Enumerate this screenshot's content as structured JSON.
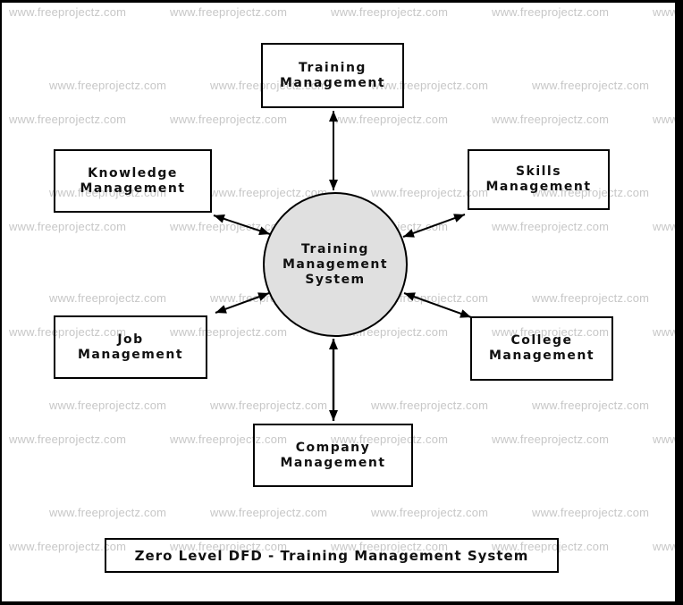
{
  "watermark": {
    "text": "www.freeprojectz.com",
    "color": "#c7c7c7"
  },
  "colors": {
    "process_fill": "#e0e0e0",
    "line_color": "#000000",
    "background": "#ffffff"
  },
  "diagram": {
    "process": {
      "name": "Training Management System",
      "lines": [
        "Training",
        "Management",
        "System"
      ]
    },
    "entities": [
      {
        "id": "training",
        "line1": "Training",
        "line2": "Management"
      },
      {
        "id": "knowledge",
        "line1": "Knowledge",
        "line2": "Management"
      },
      {
        "id": "skills",
        "line1": "Skills",
        "line2": "Management"
      },
      {
        "id": "job",
        "line1": "Job",
        "line2": "Management"
      },
      {
        "id": "college",
        "line1": "College",
        "line2": "Management"
      },
      {
        "id": "company",
        "line1": "Company",
        "line2": "Management"
      }
    ],
    "title": "Zero Level DFD - Training Management System"
  }
}
